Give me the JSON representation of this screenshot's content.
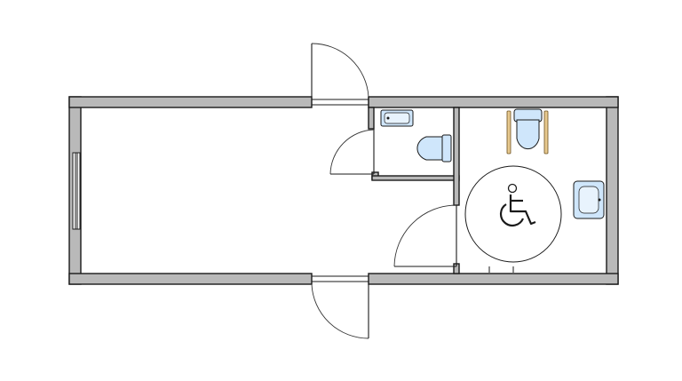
{
  "plan": {
    "rooms": [
      {
        "name": "main-room"
      },
      {
        "name": "toilet-small"
      },
      {
        "name": "accessible-toilet"
      }
    ],
    "symbols": {
      "accessibility": "wheelchair-icon",
      "toilet": "toilet-icon",
      "sink": "sink-icon",
      "grab_bar": "grab-bar-icon",
      "door": "door-swing-icon",
      "window": "window-icon"
    },
    "colors": {
      "wall_fill": "#b9b9b9",
      "wall_stroke": "#1a1a1a",
      "fixture_fill": "#cfe6fb",
      "grab_bar_fill": "#e7c98f",
      "background": "#ffffff"
    }
  }
}
